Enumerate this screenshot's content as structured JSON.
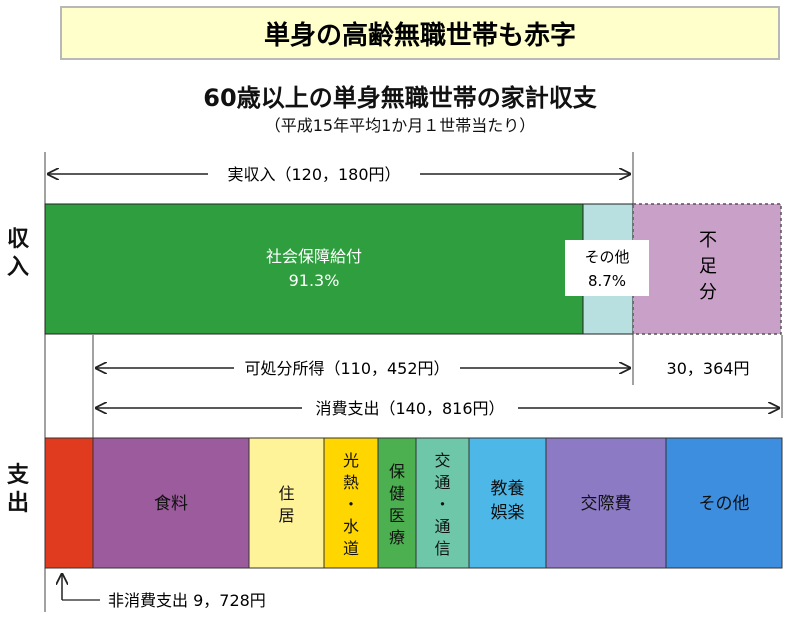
{
  "banner": "単身の高齢無職世帯も赤字",
  "title": "60歳以上の単身無職世帯の家計収支",
  "subtitle": "（平成15年平均1か月１世帯当たり）",
  "labels": {
    "income_side": [
      "収",
      "入"
    ],
    "expense_side": [
      "支",
      "出"
    ]
  },
  "income": {
    "real_income_label": "実収入（120，180円）",
    "segments": [
      {
        "name": "社会保障給付",
        "pct": "91.3%",
        "value": 91.3,
        "color": "#2e9e3e"
      },
      {
        "name": "その他",
        "pct": "8.7%",
        "value": 8.7,
        "color": "#b9e0e0"
      }
    ],
    "deficit": {
      "label": "不足分",
      "color": "#c8a0c8"
    }
  },
  "spans": {
    "disposable": "可処分所得（110，452円）",
    "deficit_amount": "30，364円",
    "consumption": "消費支出（140，816円）"
  },
  "expense": {
    "segments": [
      {
        "name": "",
        "color": "#e13b1f"
      },
      {
        "name": "食料",
        "color": "#9c5b9c"
      },
      {
        "name": "住居",
        "color": "#fff39a"
      },
      {
        "name": "光熱・水道",
        "color": "#ffd600"
      },
      {
        "name": "保健医療",
        "color": "#4caf50"
      },
      {
        "name": "交通・通信",
        "color": "#6fc7a9"
      },
      {
        "name": "教養娯楽",
        "color": "#4db7e8"
      },
      {
        "name": "交際費",
        "color": "#8c7bc4"
      },
      {
        "name": "その他",
        "color": "#3e8ee0"
      }
    ],
    "non_consumption_label": "非消費支出 9，728円"
  }
}
